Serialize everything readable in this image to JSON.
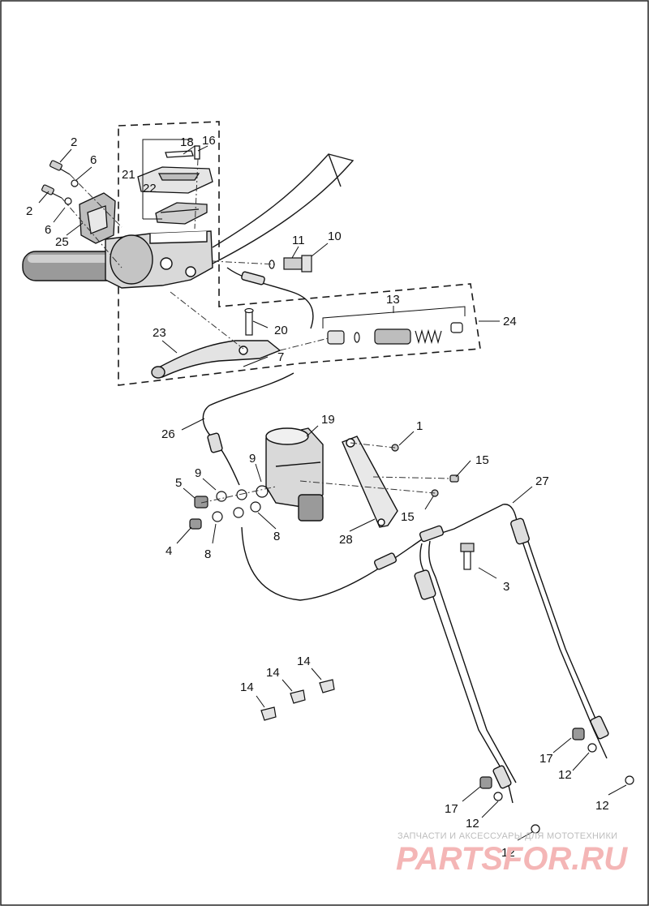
{
  "diagram": {
    "callouts": [
      {
        "id": "c2a",
        "text": "2"
      },
      {
        "id": "c6a",
        "text": "6"
      },
      {
        "id": "c2b",
        "text": "2"
      },
      {
        "id": "c6b",
        "text": "6"
      },
      {
        "id": "c25",
        "text": "25"
      },
      {
        "id": "c18",
        "text": "18"
      },
      {
        "id": "c16",
        "text": "16"
      },
      {
        "id": "c21",
        "text": "21"
      },
      {
        "id": "c22",
        "text": "22"
      },
      {
        "id": "c11",
        "text": "11"
      },
      {
        "id": "c10",
        "text": "10"
      },
      {
        "id": "c13",
        "text": "13"
      },
      {
        "id": "c24",
        "text": "24"
      },
      {
        "id": "c23",
        "text": "23"
      },
      {
        "id": "c20",
        "text": "20"
      },
      {
        "id": "c7",
        "text": "7"
      },
      {
        "id": "c19",
        "text": "19"
      },
      {
        "id": "c1",
        "text": "1"
      },
      {
        "id": "c26",
        "text": "26"
      },
      {
        "id": "c15a",
        "text": "15"
      },
      {
        "id": "c15b",
        "text": "15"
      },
      {
        "id": "c27",
        "text": "27"
      },
      {
        "id": "c9a",
        "text": "9"
      },
      {
        "id": "c9b",
        "text": "9"
      },
      {
        "id": "c5",
        "text": "5"
      },
      {
        "id": "c4",
        "text": "4"
      },
      {
        "id": "c8a",
        "text": "8"
      },
      {
        "id": "c8b",
        "text": "8"
      },
      {
        "id": "c28",
        "text": "28"
      },
      {
        "id": "c3",
        "text": "3"
      },
      {
        "id": "c14a",
        "text": "14"
      },
      {
        "id": "c14b",
        "text": "14"
      },
      {
        "id": "c14c",
        "text": "14"
      },
      {
        "id": "c17a",
        "text": "17"
      },
      {
        "id": "c12a",
        "text": "12"
      },
      {
        "id": "c12b",
        "text": "12"
      },
      {
        "id": "c17b",
        "text": "17"
      },
      {
        "id": "c12c",
        "text": "12"
      },
      {
        "id": "c12d",
        "text": "12"
      }
    ]
  },
  "watermark": {
    "tagline": "ЗАПЧАСТИ И АКСЕССУАРЫ ДЛЯ МОТОТЕХНИКИ",
    "logo": "PARTSFOR.RU"
  },
  "colors": {
    "line": "#1a1a1a",
    "part_fill": "#ffffff",
    "part_shade": "#b8b8b8",
    "watermark_logo": "#f4b6b6",
    "watermark_text": "#bdbdbd"
  }
}
